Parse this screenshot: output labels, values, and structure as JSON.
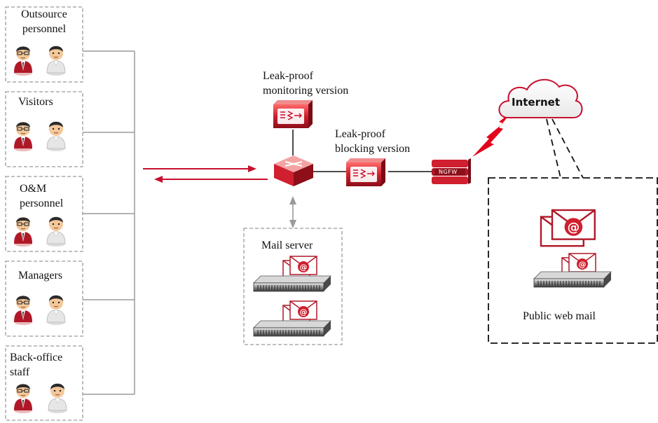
{
  "groups": [
    {
      "id": "outsource",
      "label": "Outsource\npersonnel"
    },
    {
      "id": "visitors",
      "label": "Visitors"
    },
    {
      "id": "om",
      "label": "O&M\npersonnel"
    },
    {
      "id": "managers",
      "label": "Managers"
    },
    {
      "id": "backoffice",
      "label": "Back-office\nstaff"
    }
  ],
  "nodes": {
    "monitoring": {
      "label": "Leak-proof\nmonitoring version"
    },
    "blocking": {
      "label": "Leak-proof\nblocking version"
    },
    "mail_server": {
      "label": "Mail server"
    },
    "internet": {
      "label": "Internet"
    },
    "ngfw": {
      "label": "NGFW"
    },
    "public_mail": {
      "label": "Public web mail"
    }
  },
  "colors": {
    "accent": "#c8102e",
    "group_border": "#9a9a9a",
    "connector": "#9a9a9a",
    "line": "#111111"
  }
}
